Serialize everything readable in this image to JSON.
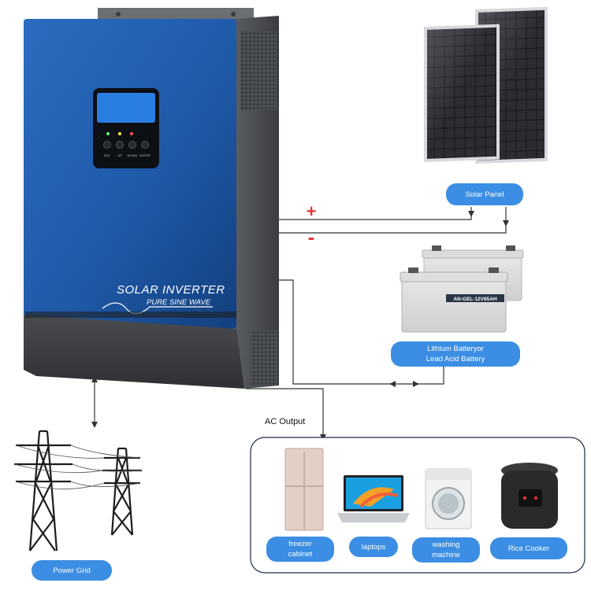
{
  "inverter": {
    "brand_line1": "SOLAR  INVERTER",
    "brand_line2": "PURE  SINE  WAVE",
    "buttons": [
      "ESC",
      "UP",
      "DOWN",
      "ENTER"
    ]
  },
  "nodes": {
    "solar_panel": "Solar Panel",
    "battery_line1": "Lithium Batteryor",
    "battery_line2": "Lead Acid Battery",
    "power_grid": "Power Grid",
    "ac_output": "AC Output"
  },
  "battery_label": "AN-GEL-12V65AH",
  "polarity": {
    "positive": "+",
    "negative": "-"
  },
  "loads": [
    {
      "line1": "freezer",
      "line2": "cabinet",
      "icon": "freezer-icon"
    },
    {
      "line1": "laptops",
      "line2": "",
      "icon": "laptop-icon"
    },
    {
      "line1": "washing",
      "line2": "machine",
      "icon": "washing-machine-icon"
    },
    {
      "line1": "Rice Cooker",
      "line2": "",
      "icon": "rice-cooker-icon"
    }
  ],
  "colors": {
    "inverter_blue": "#1f5fb0",
    "pill_blue": "#3b8ee3",
    "positive_red": "#e53935",
    "line": "#333333"
  }
}
